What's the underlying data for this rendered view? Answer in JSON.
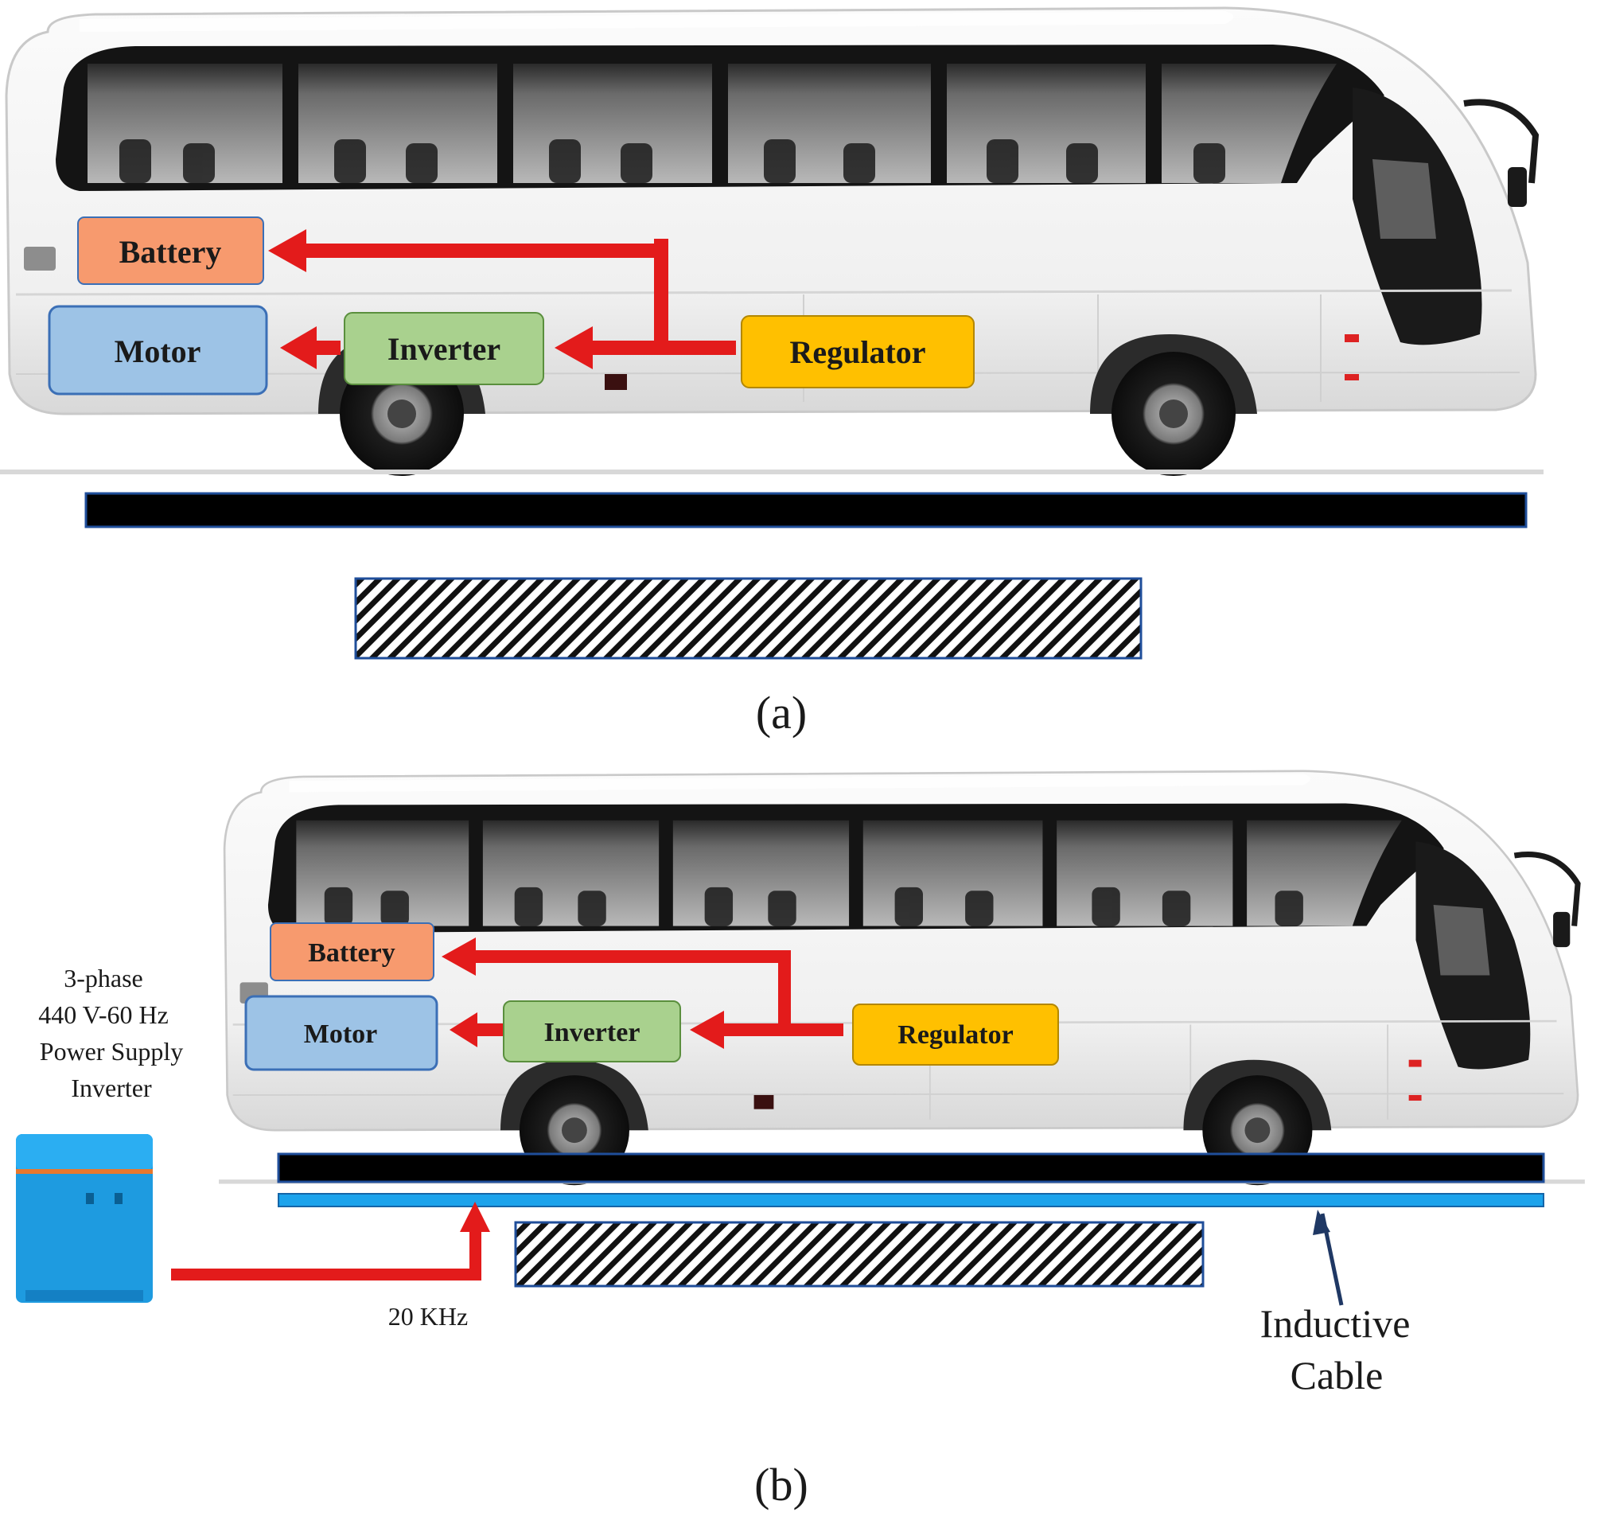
{
  "colors": {
    "battery": "#F79A6E",
    "motor": "#9DC3E6",
    "inverter": "#A9D18E",
    "regulator": "#FFC000",
    "arrow_red": "#E31B1B",
    "arrow_navy": "#1F3864",
    "cable_blue": "#1CA3EC",
    "road_black": "#000000",
    "supply_inverter": "#1E9BE0",
    "supply_stripe": "#E8782E"
  },
  "panel_a": {
    "caption": "(a)",
    "blocks": {
      "battery": "Battery",
      "motor": "Motor",
      "inverter": "Inverter",
      "regulator": "Regulator"
    }
  },
  "panel_b": {
    "caption": "(b)",
    "blocks": {
      "battery": "Battery",
      "motor": "Motor",
      "inverter": "Inverter",
      "regulator": "Regulator"
    },
    "power_supply_lines": [
      "3-phase",
      "440 V-60 Hz",
      "Power Supply",
      "Inverter"
    ],
    "frequency_label": "20 KHz",
    "cable_label_lines": [
      "Inductive",
      "Cable"
    ]
  }
}
